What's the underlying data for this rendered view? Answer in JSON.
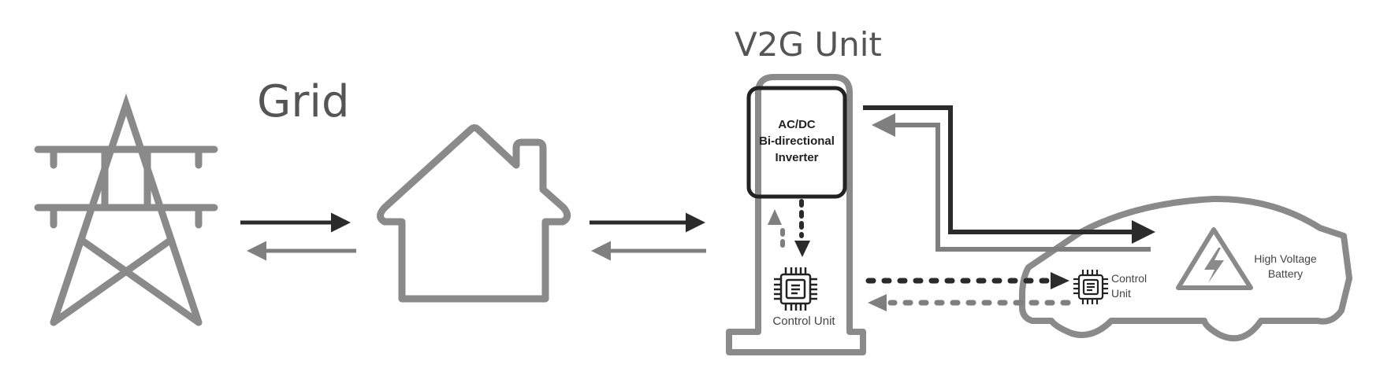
{
  "labels": {
    "grid": "Grid",
    "v2g_unit": "V2G Unit",
    "inverter_line1": "AC/DC",
    "inverter_line2": "Bi-directional",
    "inverter_line3": "Inverter",
    "station_control": "Control Unit",
    "car_control_line1": "Control",
    "car_control_line2": "Unit",
    "battery_line1": "High Voltage",
    "battery_line2": "Battery"
  },
  "icons": {
    "pylon": "power-pylon-icon",
    "house": "house-icon",
    "station": "charging-station-icon",
    "chip": "microchip-icon",
    "car": "car-icon",
    "battery": "high-voltage-warning-icon"
  },
  "colors": {
    "dark_flow": "#2b2b2b",
    "light_flow": "#7f7f7f",
    "outline": "#8a8a8a",
    "text": "#555555"
  }
}
